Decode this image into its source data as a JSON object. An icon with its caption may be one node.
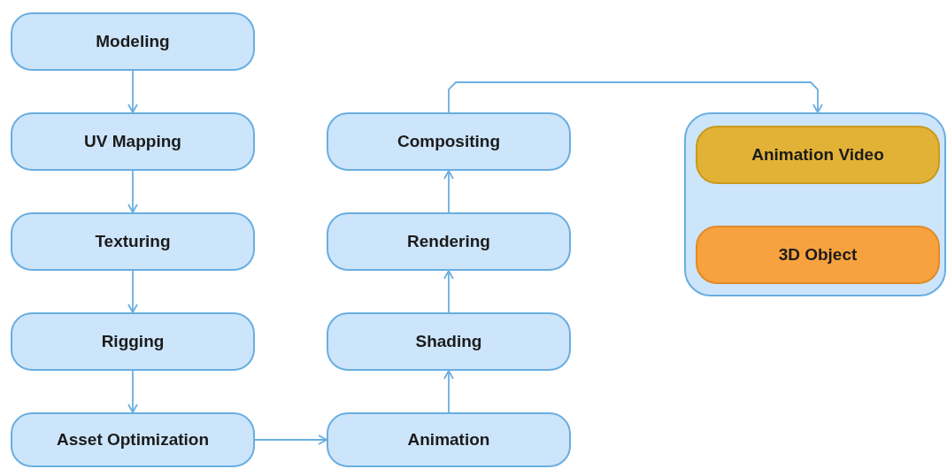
{
  "diagram": {
    "nodes": [
      {
        "text": [
          "Modeling"
        ]
      },
      {
        "text": [
          "UV Mapping"
        ]
      },
      {
        "text": [
          "Texturing"
        ]
      },
      {
        "text": [
          "Rigging"
        ]
      },
      {
        "text": [
          "Asset Optimization"
        ]
      },
      {
        "text": [
          "Compositing"
        ]
      },
      {
        "text": [
          "Rendering"
        ]
      },
      {
        "text": [
          "Shading"
        ]
      },
      {
        "text": [
          "Animation"
        ]
      },
      {
        "text": [],
        "shape": "box"
      },
      {
        "text": [
          "Animation Video"
        ],
        "in": 9
      },
      {
        "text": [
          "3D Object"
        ],
        "in": 9
      }
    ],
    "edges": [
      {
        "from": 0,
        "to": 1,
        "arrow": "to"
      },
      {
        "from": 1,
        "to": 2,
        "arrow": "to"
      },
      {
        "from": 2,
        "to": 3,
        "arrow": "to"
      },
      {
        "from": 3,
        "to": 4,
        "arrow": "to"
      },
      {
        "from": 4,
        "to": 8,
        "arrow": "to"
      },
      {
        "from": 8,
        "to": 7,
        "arrow": "to"
      },
      {
        "from": 7,
        "to": 6,
        "arrow": "to"
      },
      {
        "from": 6,
        "to": 5,
        "arrow": "to"
      },
      {
        "from": 5,
        "to": 9,
        "arrow": "to"
      }
    ]
  }
}
